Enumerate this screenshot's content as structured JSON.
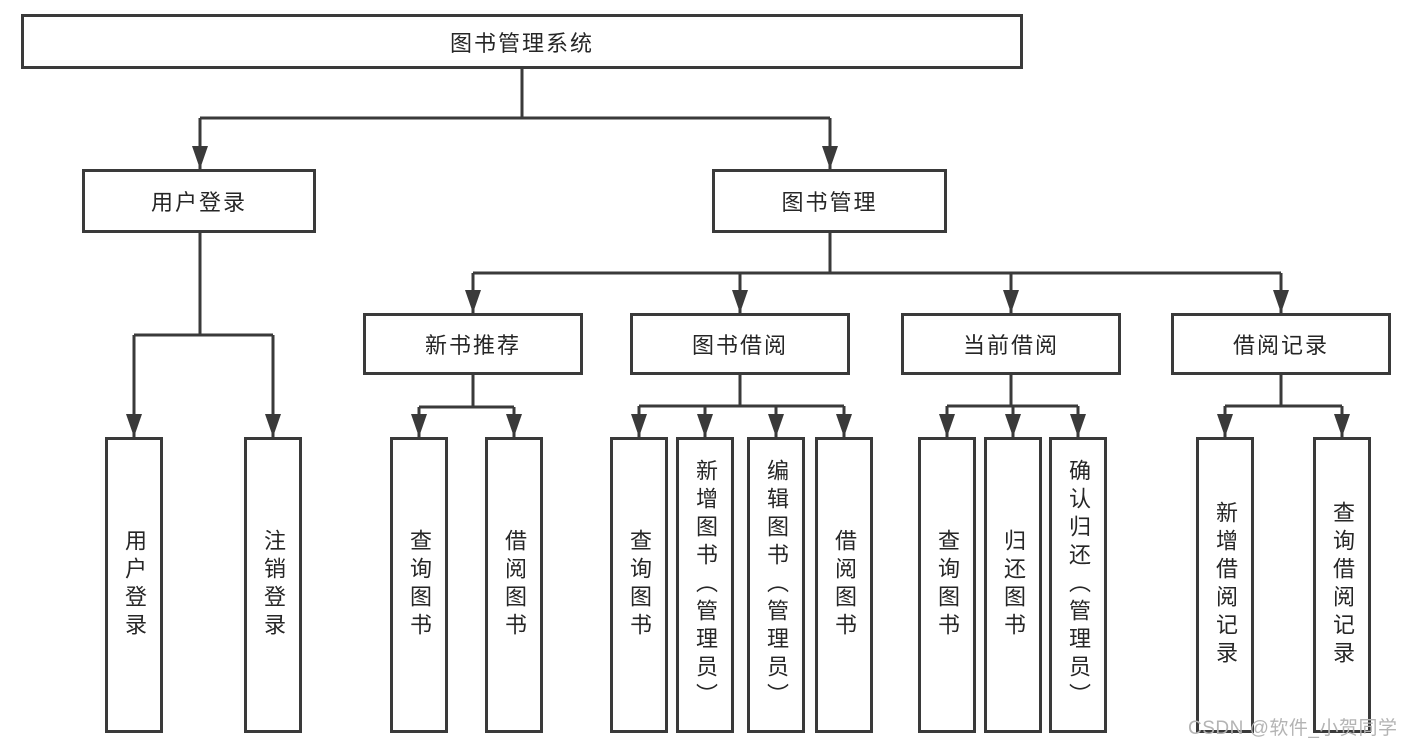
{
  "diagram": {
    "root": {
      "label": "图书管理系统"
    },
    "branches": [
      {
        "id": "user-login",
        "label": "用户登录",
        "parent": "图书管理系统"
      },
      {
        "id": "book-management",
        "label": "图书管理",
        "parent": "图书管理系统"
      }
    ],
    "modules": [
      {
        "id": "new-book-recommend",
        "label": "新书推荐",
        "parent": "图书管理"
      },
      {
        "id": "book-borrow",
        "label": "图书借阅",
        "parent": "图书管理"
      },
      {
        "id": "current-borrow",
        "label": "当前借阅",
        "parent": "图书管理"
      },
      {
        "id": "borrow-records",
        "label": "借阅记录",
        "parent": "图书管理"
      }
    ],
    "leaves": [
      {
        "label": "用户登录",
        "parent": "用户登录"
      },
      {
        "label": "注销登录",
        "parent": "用户登录"
      },
      {
        "label": "查询图书",
        "parent": "新书推荐"
      },
      {
        "label": "借阅图书",
        "parent": "新书推荐"
      },
      {
        "label": "查询图书",
        "parent": "图书借阅"
      },
      {
        "label": "新增图书（管理员）",
        "parent": "图书借阅"
      },
      {
        "label": "编辑图书（管理员）",
        "parent": "图书借阅"
      },
      {
        "label": "借阅图书",
        "parent": "图书借阅"
      },
      {
        "label": "查询图书",
        "parent": "当前借阅"
      },
      {
        "label": "归还图书",
        "parent": "当前借阅"
      },
      {
        "label": "确认归还（管理员）",
        "parent": "当前借阅"
      },
      {
        "label": "新增借阅记录",
        "parent": "借阅记录"
      },
      {
        "label": "查询借阅记录",
        "parent": "借阅记录"
      }
    ]
  },
  "watermark": {
    "text": "CSDN @软件_小贺同学"
  },
  "colors": {
    "line": "#3a3a3a",
    "border": "#3a3a3a",
    "text": "#262626",
    "background": "#ffffff",
    "watermark": "#b4b4b4"
  }
}
